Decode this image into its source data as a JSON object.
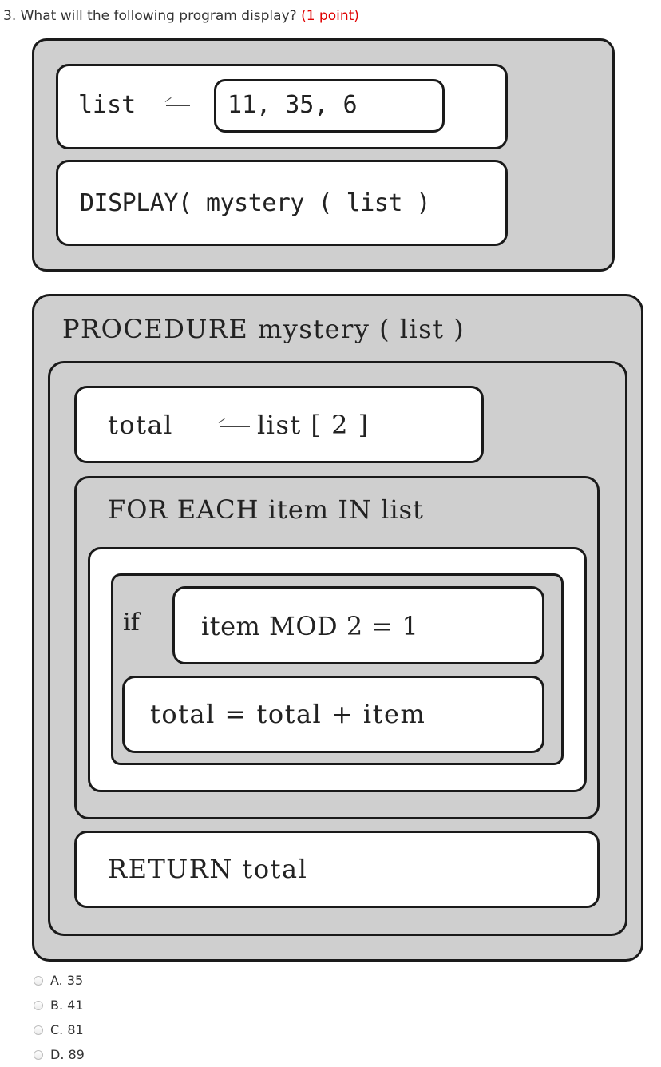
{
  "question": {
    "text": "3. What will the following program display?",
    "points": "(1 point)"
  },
  "program": {
    "list_var": "list",
    "list_values": "11, 35, 6",
    "display_line": "DISPLAY( mystery ( list )"
  },
  "procedure": {
    "header": "PROCEDURE mystery ( list )",
    "total_var": "total",
    "list_index": "list [ 2 ]",
    "for_each": "FOR EACH item IN list",
    "if_keyword": "if",
    "condition": "item MOD 2 = 1",
    "update": "total = total + item",
    "return_line": "RETURN total"
  },
  "options": [
    {
      "label": "A. 35"
    },
    {
      "label": "B. 41"
    },
    {
      "label": "C. 81"
    },
    {
      "label": "D. 89"
    }
  ]
}
